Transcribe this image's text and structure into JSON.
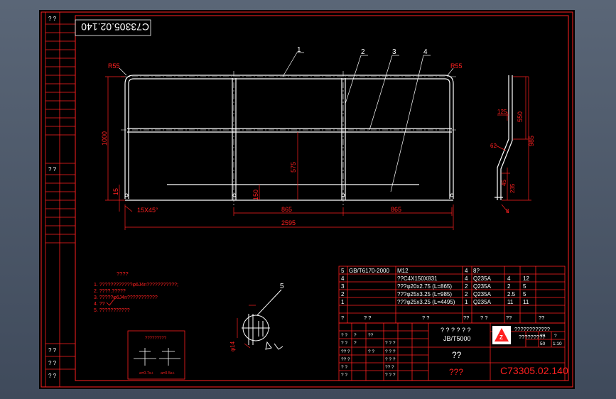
{
  "drawing": {
    "number_rotated": "C73305.02.140",
    "number_title": "C73305.02.140",
    "standard": "JB/T5000",
    "unit_block_text": "????????????",
    "unit_block_text2": "?????????",
    "name_cell": "???",
    "qmarks_title": "? ? ? ? ? ?",
    "qmarks_box": "??",
    "scale_cell": "?",
    "scale_val": "1:10",
    "weight_label": "??",
    "weight_val": "50"
  },
  "callouts": {
    "c1": "1",
    "c2": "2",
    "c3": "3",
    "c4": "4",
    "c5": "5",
    "r_left": "R55",
    "r_right": "R55"
  },
  "dims": {
    "h1000": "1000",
    "h575": "575",
    "h15": "15",
    "chamfer": "15X45°",
    "h150": "150",
    "w865a": "865",
    "w865b": "865",
    "w2595": "2595",
    "s125": "125",
    "s550": "550",
    "s985": "985",
    "s45": "45",
    "s235": "235",
    "s8": "8",
    "s62": "62",
    "d14": "φ14"
  },
  "notes": {
    "heading": "????",
    "n1": "1. ????????????φ6J4n???????????;",
    "n2": "2. ????.?????",
    "n3": "3. ?????φ6J4n???????????",
    "n4": "4. ??",
    "n5": "5. ???????????",
    "weld_title": "?????????",
    "weld_a1": "a=0.7s+",
    "weld_a2": "a=0.5s+"
  },
  "bom": {
    "rows": [
      {
        "no": "5",
        "code": "GB/T6170-2000",
        "name": "M12",
        "qty": "4",
        "mat": "8?",
        "w1": "",
        "w2": ""
      },
      {
        "no": "4",
        "code": "",
        "name": "??C4X150X831",
        "qty": "4",
        "mat": "Q235A",
        "w1": "4",
        "w2": "12"
      },
      {
        "no": "3",
        "code": "",
        "name": "???φ20x2.75 (L=865)",
        "qty": "2",
        "mat": "Q235A",
        "w1": "2",
        "w2": "5"
      },
      {
        "no": "2",
        "code": "",
        "name": "???φ25x3.25 (L=985)",
        "qty": "2",
        "mat": "Q235A",
        "w1": "2.5",
        "w2": "5"
      },
      {
        "no": "1",
        "code": "",
        "name": "???φ25x3.25 (L=4495)",
        "qty": "1",
        "mat": "Q235A",
        "w1": "11",
        "w2": "11"
      }
    ],
    "header": {
      "no": "?",
      "code": "?  ?",
      "name": "?  ?",
      "qty": "??",
      "mat": "?  ?",
      "w1": "??",
      "w2": "??"
    }
  },
  "side_labels": {
    "top": "?  ?",
    "mid": "?  ?",
    "b1": "?  ?",
    "b2": "?  ?",
    "b3": "?  ?"
  },
  "colors": {
    "frame": "#ff2020",
    "geometry": "#ffffff",
    "dim": "#ff2020",
    "text_white": "#ffffff",
    "text_yellow": "#ffff00",
    "paper": "#000000"
  }
}
